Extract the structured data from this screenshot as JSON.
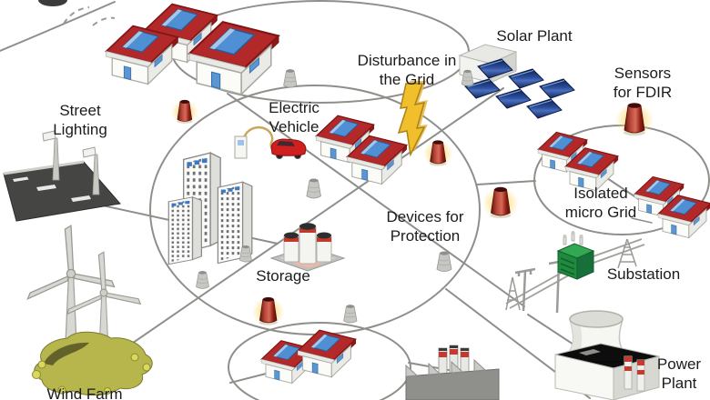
{
  "labels": {
    "street_lighting": "Street\nLighting",
    "electric_vehicle": "Electric\nVehicle",
    "disturbance": "Disturbance in\nthe Grid",
    "solar_plant": "Solar Plant",
    "sensors_fdir": "Sensors\nfor FDIR",
    "isolated_micro_grid": "Isolated\nmicro Grid",
    "devices_protection": "Devices for\nProtection",
    "storage": "Storage",
    "substation": "Substation",
    "power_plant": "Power\nPlant",
    "wind_farm": "Wind Farm"
  },
  "colors": {
    "background": "#ffffff",
    "network_line": "#8e8e8a",
    "label_text": "#1b1b1b",
    "house_roof_red": "#b32828",
    "solar_panel_blue": "#1e3a7a",
    "panel_on_roof_blue": "#4f8fd4",
    "sensor_cone_red": "#a93226",
    "sensor_glow_yellow": "#ffd34d",
    "protection_cone_gray": "#c6c6c3",
    "lightning_yellow": "#f1bf2b",
    "transformer_green": "#1f8a3e",
    "ev_car_red": "#d01f1f",
    "wind_hill_olive": "#b6b64c",
    "road_dark": "#454543"
  },
  "icons": {
    "house_with_solar_panel": {
      "count": 11
    },
    "fdir_sensor_cone": {
      "count": 5
    },
    "protection_device_cone": {
      "count": 7
    },
    "office_building_tower": {
      "count": 3
    },
    "wind_turbine": {
      "count": 2
    },
    "network_ring": {
      "count": 4
    },
    "others": [
      "cloud-signal-arcs",
      "street-road",
      "street-lamp",
      "ev-charging-station",
      "electric-car",
      "lightning-bolt-arrow",
      "solar-panel-array",
      "container-unit",
      "storage-tanks",
      "transmission-towers",
      "green-transformer",
      "factory",
      "cooling-tower",
      "power-plant-building",
      "wind-farm-hill"
    ]
  }
}
